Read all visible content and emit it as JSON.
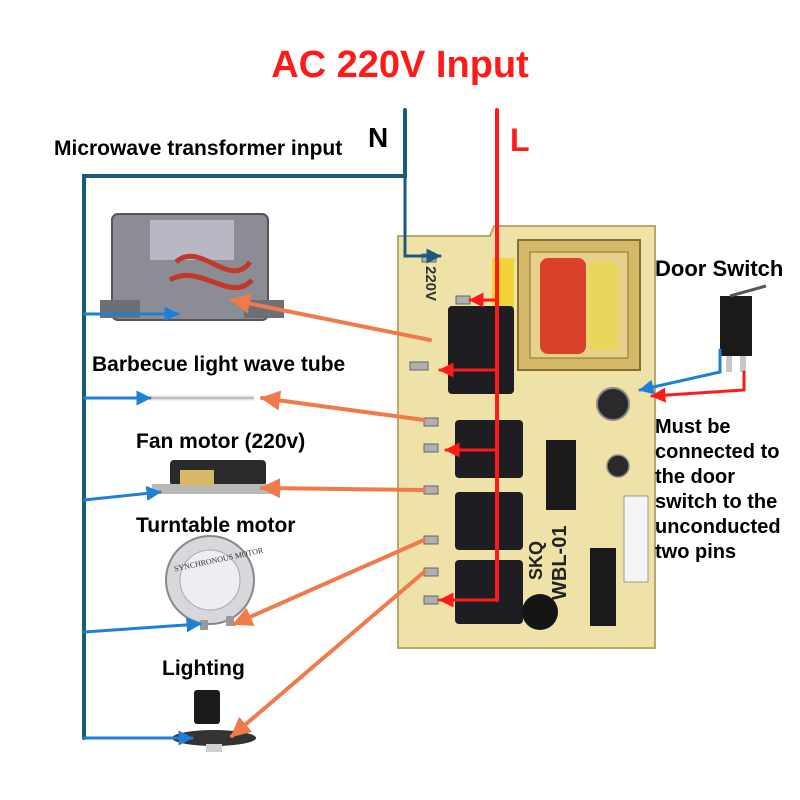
{
  "title": "AC 220V Input",
  "neutral_label": "N",
  "live_label": "L",
  "labels": {
    "transformer": "Microwave transformer input",
    "door_switch": "Door Switch",
    "bbq_tube": "Barbecue light wave tube",
    "fan_motor": "Fan motor (220v)",
    "turntable": "Turntable motor",
    "lighting": "Lighting",
    "note": "Must be connected to the door switch to the unconducted two pins"
  },
  "board": {
    "model": "WBL-01",
    "brand": "SKQ",
    "voltage_print": "220V",
    "turntable_print": "SYNCHRONOUS MOTOR"
  },
  "colors": {
    "live": "#ff1a1a",
    "neutral": "#1e7fd6",
    "load": "#f07a4a",
    "wire_dark": "#1b5a7a",
    "board": "#efe2a8"
  }
}
